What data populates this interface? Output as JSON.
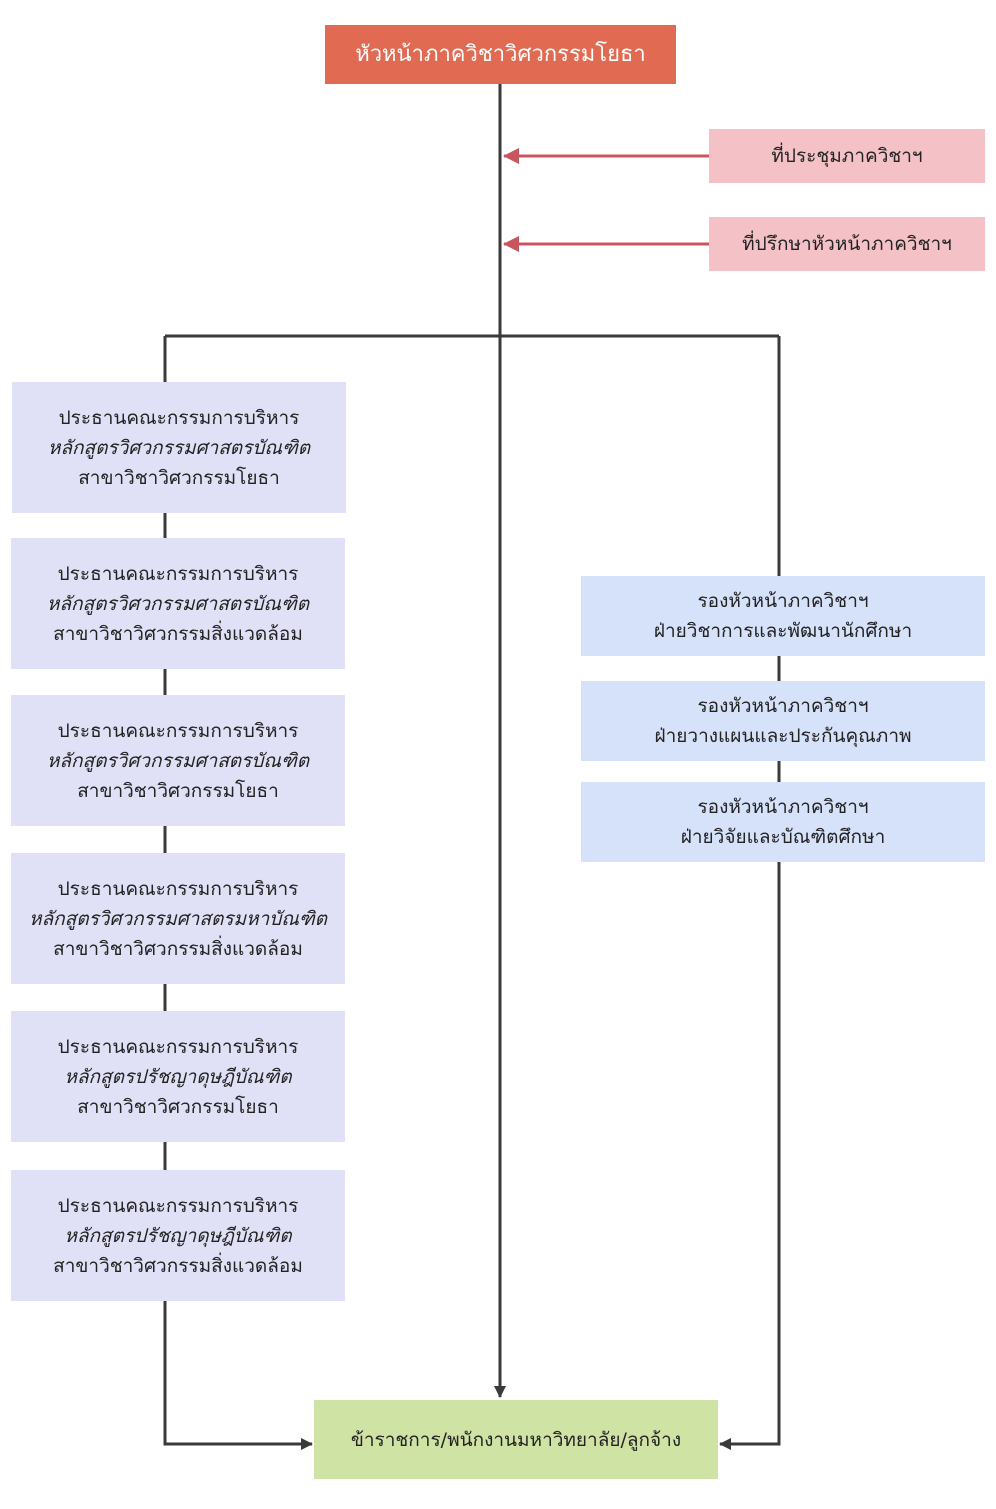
{
  "head": {
    "title": "หัวหน้าภาควิชาวิศวกรรมโยธา"
  },
  "advisory": [
    {
      "label": "ที่ประชุมภาควิชาฯ"
    },
    {
      "label": "ที่ปรึกษาหัวหน้าภาควิชาฯ"
    }
  ],
  "programs": [
    {
      "line1": "ประธานคณะกรรมการบริหาร",
      "line2": "หลักสูตรวิศวกรรมศาสตรบัณฑิต",
      "line3": "สาขาวิชาวิศวกรรมโยธา"
    },
    {
      "line1": "ประธานคณะกรรมการบริหาร",
      "line2": "หลักสูตรวิศวกรรมศาสตรบัณฑิต",
      "line3": "สาขาวิชาวิศวกรรมสิ่งแวดล้อม"
    },
    {
      "line1": "ประธานคณะกรรมการบริหาร",
      "line2": "หลักสูตรวิศวกรรมศาสตรบัณฑิต",
      "line3": "สาขาวิชาวิศวกรรมโยธา"
    },
    {
      "line1": "ประธานคณะกรรมการบริหาร",
      "line2": "หลักสูตรวิศวกรรมศาสตรมหาบัณฑิต",
      "line3": "สาขาวิชาวิศวกรรมสิ่งแวดล้อม"
    },
    {
      "line1": "ประธานคณะกรรมการบริหาร",
      "line2": "หลักสูตรปรัชญาดุษฎีบัณฑิต",
      "line3": "สาขาวิชาวิศวกรรมโยธา"
    },
    {
      "line1": "ประธานคณะกรรมการบริหาร",
      "line2": "หลักสูตรปรัชญาดุษฎีบัณฑิต",
      "line3": "สาขาวิชาวิศวกรรมสิ่งแวดล้อม"
    }
  ],
  "deputies": [
    {
      "line1": "รองหัวหน้าภาควิชาฯ",
      "line2": "ฝ่ายวิชาการและพัฒนานักศึกษา"
    },
    {
      "line1": "รองหัวหน้าภาควิชาฯ",
      "line2": "ฝ่ายวางแผนและประกันคุณภาพ"
    },
    {
      "line1": "รองหัวหน้าภาควิชาฯ",
      "line2": "ฝ่ายวิจัยและบัณฑิตศึกษา"
    }
  ],
  "staff": {
    "label": "ข้าราชการ/พนักงานมหาวิทยาลัย/ลูกจ้าง"
  },
  "colors": {
    "head": "#e06a52",
    "advisory": "#f3c1c6",
    "advisory_arrow": "#c8565f",
    "program": "#e0e1f6",
    "deputy": "#d6e2fa",
    "staff": "#cfe3a5",
    "connector": "#3a3a3a"
  }
}
